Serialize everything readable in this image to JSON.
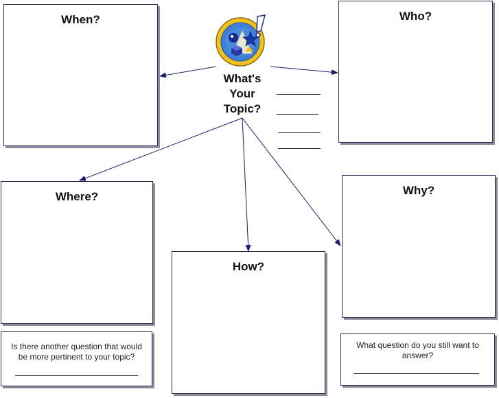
{
  "boxes": {
    "when": "When?",
    "who": "Who?",
    "where": "Where?",
    "why": "Why?",
    "how": "How?"
  },
  "center": {
    "line1": "What's",
    "line2": "Your",
    "line3": "Topic?",
    "logo_icon": "shapes-logo-icon"
  },
  "prompts": {
    "left": "Is there another question that would be more pertinent to your topic?",
    "right": "What question do you still want to answer?"
  },
  "colors": {
    "logo_ring": "#f2c21a",
    "logo_inner": "#3f7fd6",
    "arrow": "#1c1c6e",
    "border": "#2a2a55"
  }
}
